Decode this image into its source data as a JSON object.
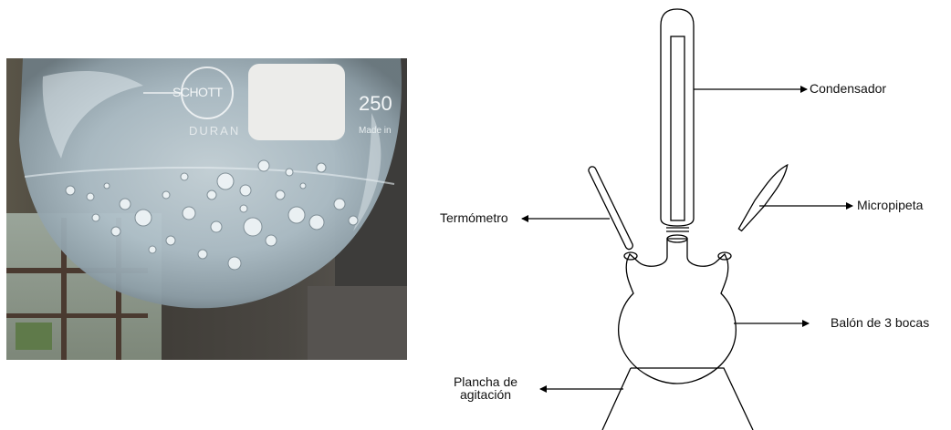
{
  "photo": {
    "flask_brand": "SCHOTT",
    "flask_material": "DURAN",
    "flask_volume": "250",
    "flask_origin": "Made in"
  },
  "diagram": {
    "labels": {
      "condenser": "Condensador",
      "micropipette": "Micropipeta",
      "thermometer": "Termómetro",
      "flask": "Balón de 3 bocas",
      "stir_plate_line1": "Plancha de",
      "stir_plate_line2": "agitación"
    }
  }
}
